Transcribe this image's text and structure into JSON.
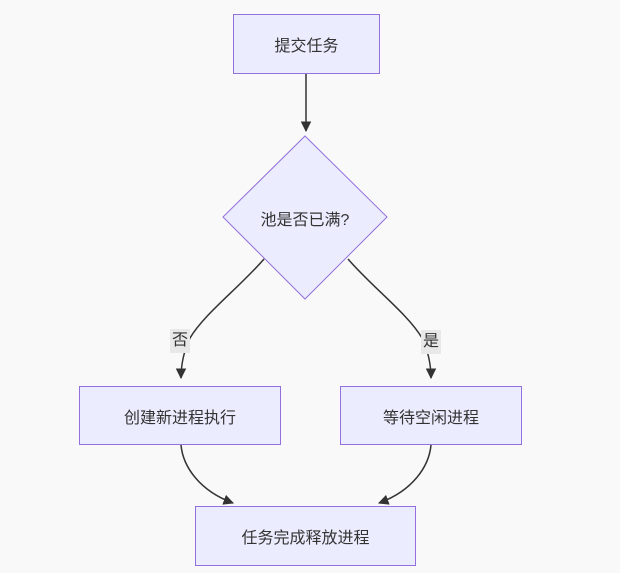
{
  "diagram": {
    "type": "flowchart",
    "direction": "top-down",
    "nodes": {
      "submit": {
        "id": "submit",
        "shape": "rect",
        "label": "提交任务"
      },
      "decision": {
        "id": "decision",
        "shape": "diamond",
        "label": "池是否已满?"
      },
      "create": {
        "id": "create",
        "shape": "rect",
        "label": "创建新进程执行"
      },
      "wait": {
        "id": "wait",
        "shape": "rect",
        "label": "等待空闲进程"
      },
      "release": {
        "id": "release",
        "shape": "rect",
        "label": "任务完成释放进程"
      }
    },
    "edges": {
      "submit_to_decision": {
        "from": "submit",
        "to": "decision",
        "label": ""
      },
      "no": {
        "from": "decision",
        "to": "create",
        "label": "否"
      },
      "yes": {
        "from": "decision",
        "to": "wait",
        "label": "是"
      },
      "create_to_release": {
        "from": "create",
        "to": "release",
        "label": ""
      },
      "wait_to_release": {
        "from": "wait",
        "to": "release",
        "label": ""
      }
    },
    "colors": {
      "background": "#f9f9f9",
      "node_fill": "#ECECFF",
      "node_border": "#9370DB",
      "edge": "#333333",
      "edge_label_bg": "#e8e8e8",
      "text": "#333333"
    }
  }
}
